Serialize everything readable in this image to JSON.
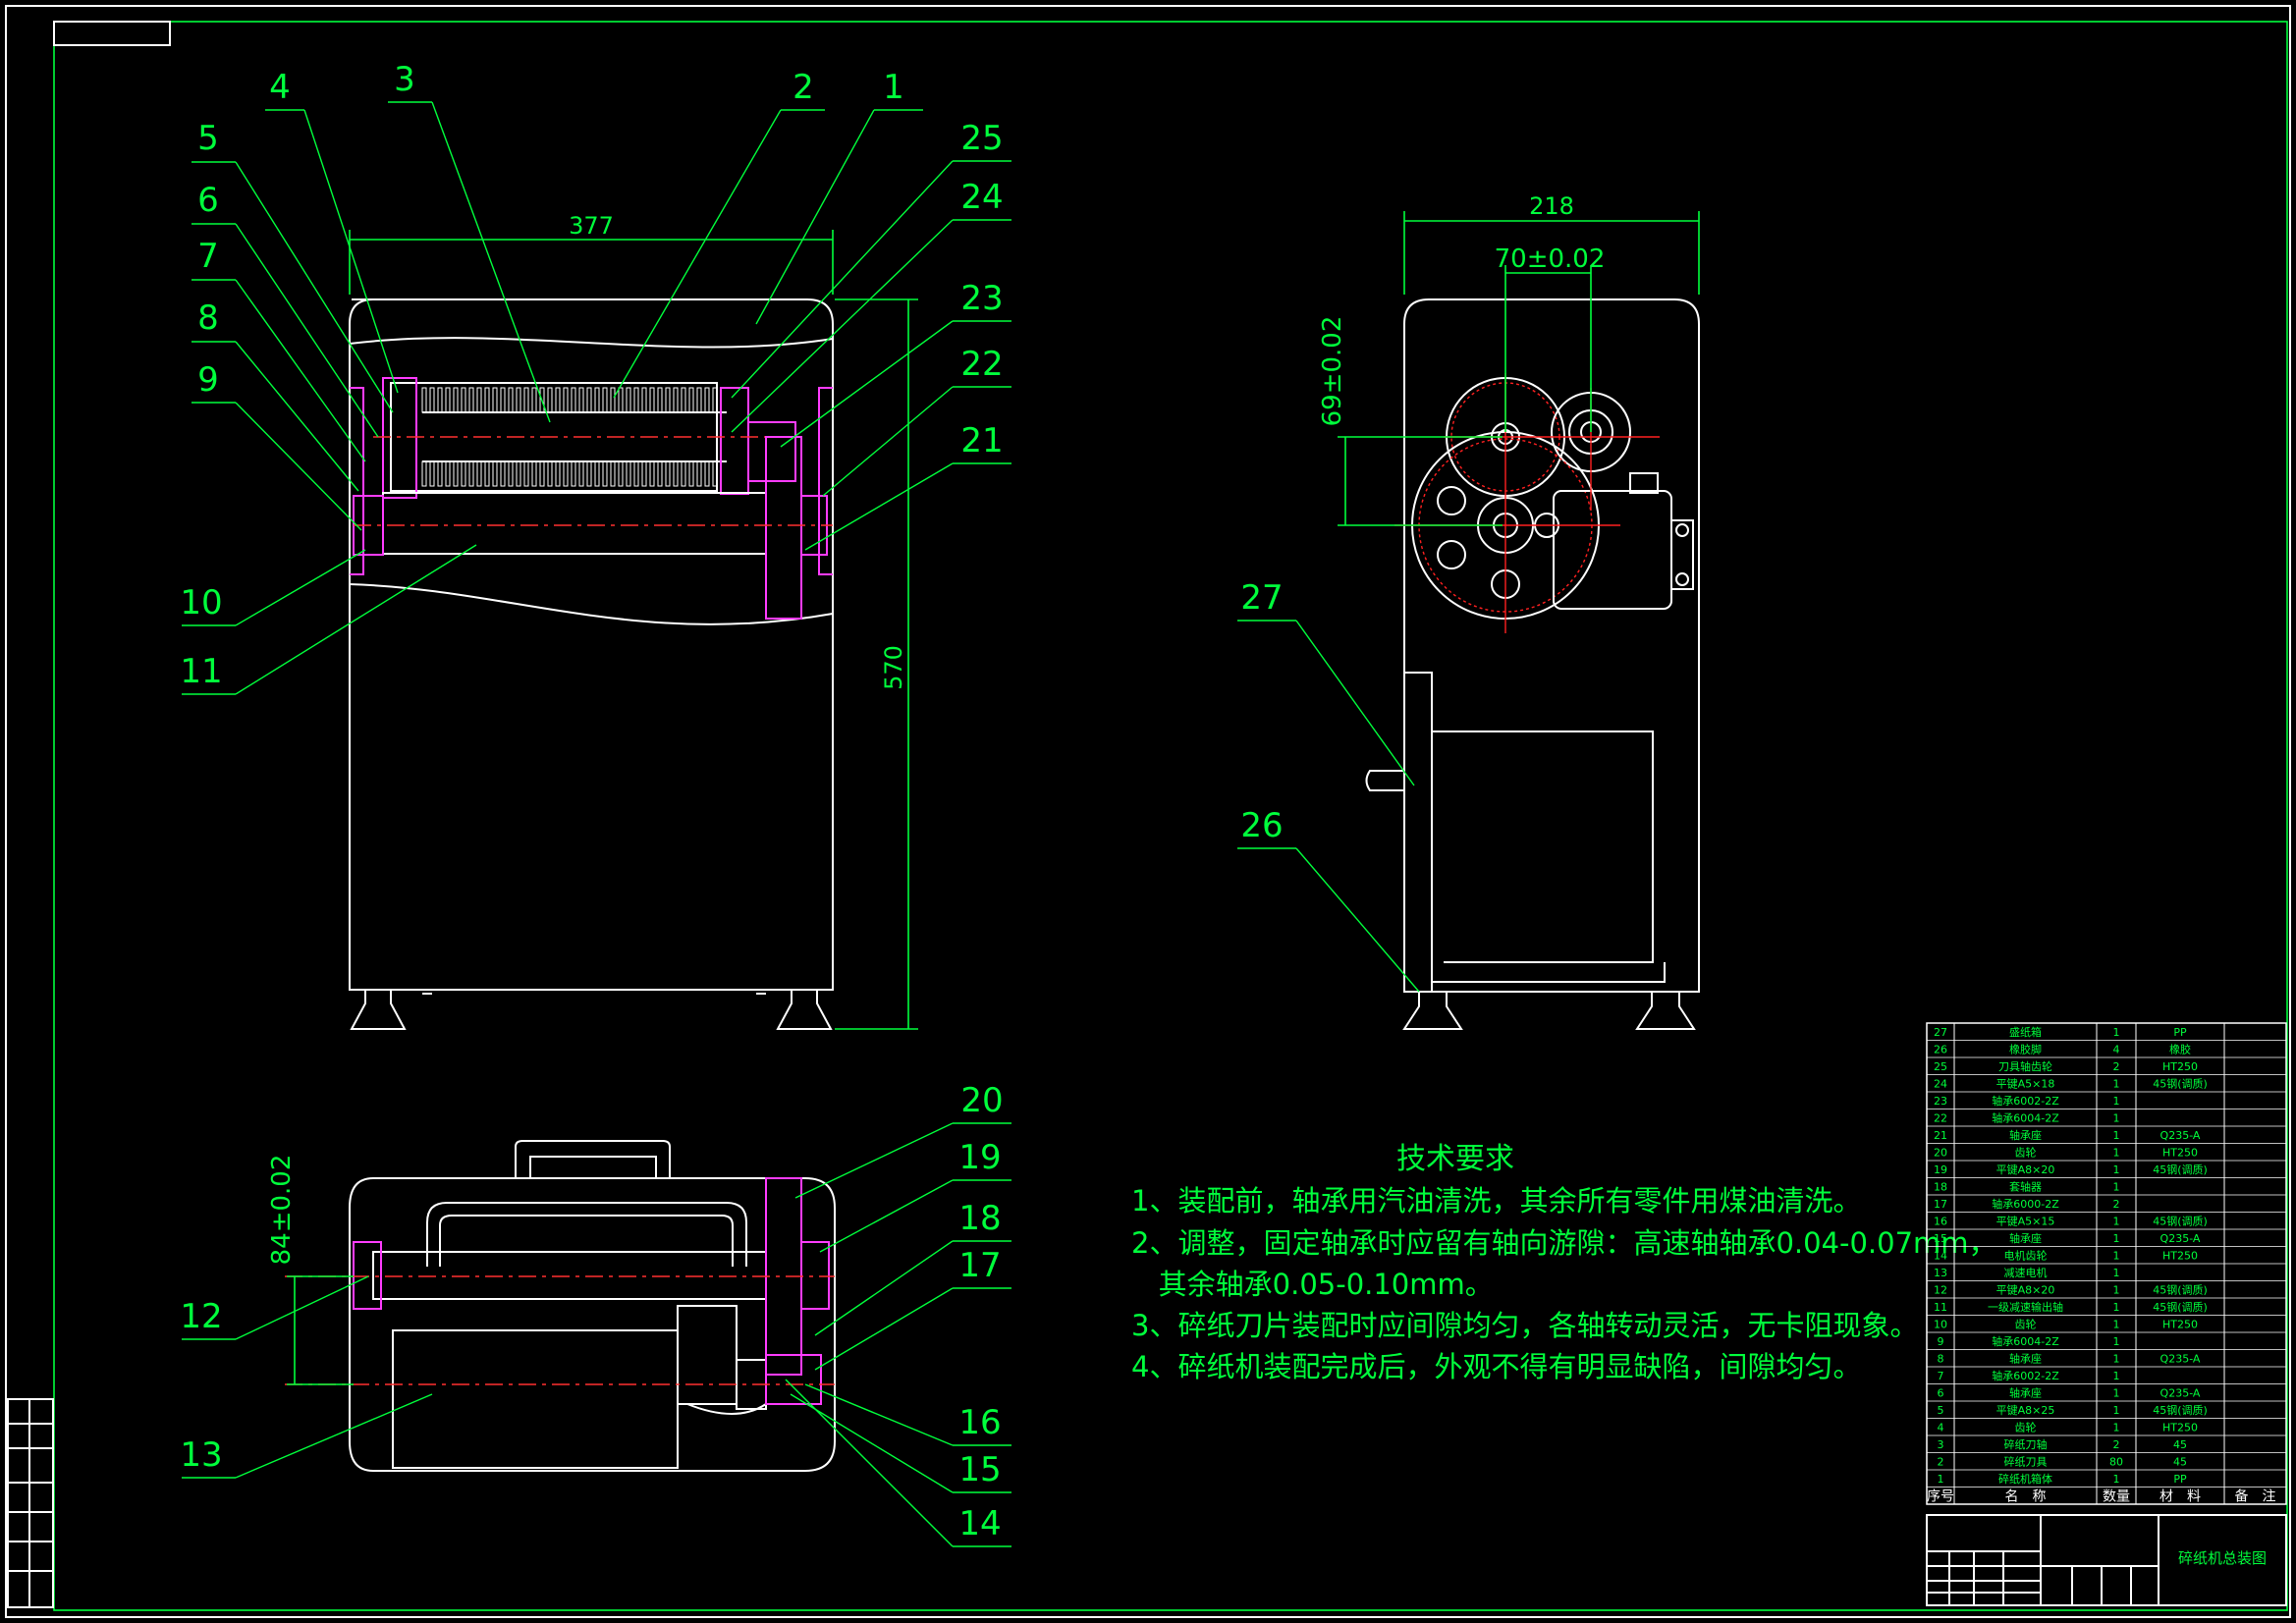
{
  "leaders": [
    {
      "n": "1"
    },
    {
      "n": "2"
    },
    {
      "n": "3"
    },
    {
      "n": "4"
    },
    {
      "n": "5"
    },
    {
      "n": "6"
    },
    {
      "n": "7"
    },
    {
      "n": "8"
    },
    {
      "n": "9"
    },
    {
      "n": "10"
    },
    {
      "n": "11"
    },
    {
      "n": "12"
    },
    {
      "n": "13"
    },
    {
      "n": "14"
    },
    {
      "n": "15"
    },
    {
      "n": "16"
    },
    {
      "n": "17"
    },
    {
      "n": "18"
    },
    {
      "n": "19"
    },
    {
      "n": "20"
    },
    {
      "n": "21"
    },
    {
      "n": "22"
    },
    {
      "n": "23"
    },
    {
      "n": "24"
    },
    {
      "n": "25"
    },
    {
      "n": "26"
    },
    {
      "n": "27"
    }
  ],
  "dims": {
    "front_width": "377",
    "front_height": "570",
    "side_width": "218",
    "side_gear_center": "70±0.02",
    "side_vertical": "69±0.02",
    "top_vertical": "84±0.02"
  },
  "requirements": {
    "title": "技术要求",
    "lines": [
      "1、装配前，轴承用汽油清洗，其余所有零件用煤油清洗。",
      "2、调整，固定轴承时应留有轴向游隙：高速轴轴承0.04-0.07mm，",
      "   其余轴承0.05-0.10mm。",
      "3、碎纸刀片装配时应间隙均匀，各轴转动灵活，无卡阻现象。",
      "4、碎纸机装配完成后，外观不得有明显缺陷，间隙均匀。"
    ]
  },
  "bom": {
    "rows": [
      {
        "no": "27",
        "name": "盛纸箱",
        "qty": "1",
        "mat": "PP"
      },
      {
        "no": "26",
        "name": "橡胶脚",
        "qty": "4",
        "mat": "橡胶"
      },
      {
        "no": "25",
        "name": "刀具轴齿轮",
        "qty": "2",
        "mat": "HT250"
      },
      {
        "no": "24",
        "name": "平键A5×18",
        "qty": "1",
        "mat": "45钢(调质)"
      },
      {
        "no": "23",
        "name": "轴承6002-2Z",
        "qty": "1",
        "mat": ""
      },
      {
        "no": "22",
        "name": "轴承6004-2Z",
        "qty": "1",
        "mat": ""
      },
      {
        "no": "21",
        "name": "轴承座",
        "qty": "1",
        "mat": "Q235-A"
      },
      {
        "no": "20",
        "name": "齿轮",
        "qty": "1",
        "mat": "HT250"
      },
      {
        "no": "19",
        "name": "平键A8×20",
        "qty": "1",
        "mat": "45钢(调质)"
      },
      {
        "no": "18",
        "name": "套轴器",
        "qty": "1",
        "mat": ""
      },
      {
        "no": "17",
        "name": "轴承6000-2Z",
        "qty": "2",
        "mat": ""
      },
      {
        "no": "16",
        "name": "平键A5×15",
        "qty": "1",
        "mat": "45钢(调质)"
      },
      {
        "no": "15",
        "name": "轴承座",
        "qty": "1",
        "mat": "Q235-A"
      },
      {
        "no": "14",
        "name": "电机齿轮",
        "qty": "1",
        "mat": "HT250"
      },
      {
        "no": "13",
        "name": "减速电机",
        "qty": "1",
        "mat": ""
      },
      {
        "no": "12",
        "name": "平键A8×20",
        "qty": "1",
        "mat": "45钢(调质)"
      },
      {
        "no": "11",
        "name": "一级减速输出轴",
        "qty": "1",
        "mat": "45钢(调质)"
      },
      {
        "no": "10",
        "name": "齿轮",
        "qty": "1",
        "mat": "HT250"
      },
      {
        "no": "9",
        "name": "轴承6004-2Z",
        "qty": "1",
        "mat": ""
      },
      {
        "no": "8",
        "name": "轴承座",
        "qty": "1",
        "mat": "Q235-A"
      },
      {
        "no": "7",
        "name": "轴承6002-2Z",
        "qty": "1",
        "mat": ""
      },
      {
        "no": "6",
        "name": "轴承座",
        "qty": "1",
        "mat": "Q235-A"
      },
      {
        "no": "5",
        "name": "平键A8×25",
        "qty": "1",
        "mat": "45钢(调质)"
      },
      {
        "no": "4",
        "name": "齿轮",
        "qty": "1",
        "mat": "HT250"
      },
      {
        "no": "3",
        "name": "碎纸刀轴",
        "qty": "2",
        "mat": "45"
      },
      {
        "no": "2",
        "name": "碎纸刀具",
        "qty": "80",
        "mat": "45"
      },
      {
        "no": "1",
        "name": "碎纸机箱体",
        "qty": "1",
        "mat": "PP"
      }
    ],
    "header": {
      "no": "序号",
      "name": "名　称",
      "qty": "数量",
      "mat": "材　料",
      "note": "备　注"
    }
  },
  "title_block": {
    "drawing_title": "碎纸机总装图"
  }
}
